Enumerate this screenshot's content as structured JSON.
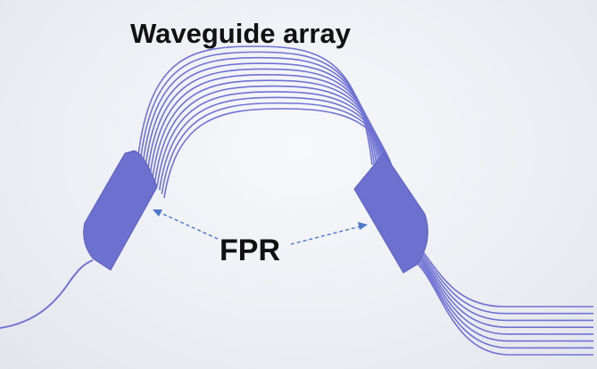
{
  "diagram": {
    "title": "Waveguide array",
    "annotation": "FPR",
    "colors": {
      "waveguide": "#6f72d2",
      "fpr_fill": "#6c70cf",
      "fpr_edge": "#5c5fbf",
      "arrow": "#4a78c8",
      "text": "#111111",
      "background": "#eceef3"
    },
    "components": {
      "arrayed_waveguides": 12,
      "output_waveguides": 8,
      "input_waveguides": 1,
      "free_propagation_regions": 2
    }
  }
}
